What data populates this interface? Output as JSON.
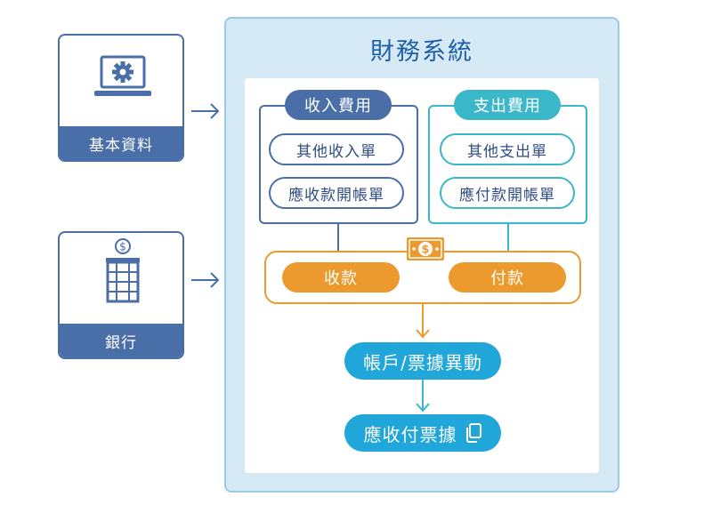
{
  "left": {
    "basic_data": {
      "label": "基本資料",
      "icon": "laptop-gear-icon"
    },
    "bank": {
      "label": "銀行",
      "icon": "bank-building-icon"
    }
  },
  "system": {
    "title": "財務系統",
    "income": {
      "header": "收入費用",
      "items": [
        "其他收入單",
        "應收款開帳單"
      ]
    },
    "expense": {
      "header": "支出費用",
      "items": [
        "其他支出單",
        "應付款開帳單"
      ]
    },
    "payments": {
      "receive": "收款",
      "pay": "付款",
      "icon": "money-bill-icon"
    },
    "account_change": "帳戶/票據異動",
    "receivable_payable": "應收付票據",
    "receivable_icon": "copy-document-icon"
  },
  "colors": {
    "navy": "#4a6ea8",
    "teal": "#3ab7c8",
    "orange": "#ec9a2e",
    "cyan": "#20a6d8",
    "panel_bg": "#d6eaf6",
    "title": "#1f5fa8"
  }
}
